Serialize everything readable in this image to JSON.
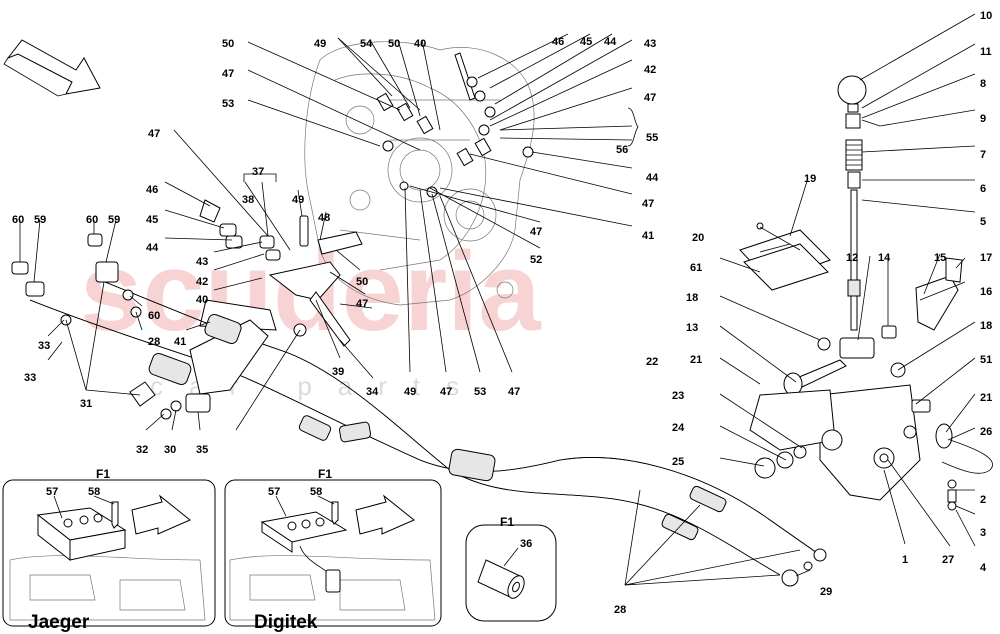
{
  "watermark": {
    "brand": "scuderia",
    "sub": "car parts"
  },
  "insets": [
    {
      "title": "F1",
      "name": "Jaeger",
      "labels": [
        "57",
        "58"
      ]
    },
    {
      "title": "F1",
      "name": "Digitek",
      "labels": [
        "57",
        "58"
      ]
    },
    {
      "title": "F1",
      "labels": [
        "36"
      ]
    }
  ],
  "callouts": [
    "10",
    "11",
    "8",
    "9",
    "7",
    "6",
    "5",
    "17",
    "16",
    "15",
    "14",
    "12",
    "19",
    "20",
    "61",
    "18",
    "13",
    "18",
    "51",
    "21",
    "26",
    "22",
    "21",
    "23",
    "24",
    "25",
    "2",
    "3",
    "4",
    "1",
    "27",
    "29",
    "28",
    "46",
    "45",
    "44",
    "43",
    "42",
    "47",
    "55",
    "56",
    "44",
    "47",
    "41",
    "47",
    "52",
    "50",
    "49",
    "54",
    "50",
    "40",
    "47",
    "53",
    "37",
    "38",
    "49",
    "48",
    "50",
    "47",
    "39",
    "34",
    "49",
    "47",
    "53",
    "47",
    "47",
    "46",
    "45",
    "44",
    "43",
    "42",
    "40",
    "41",
    "60",
    "59",
    "60",
    "59",
    "33",
    "60",
    "33",
    "28",
    "31",
    "32",
    "30",
    "35"
  ]
}
